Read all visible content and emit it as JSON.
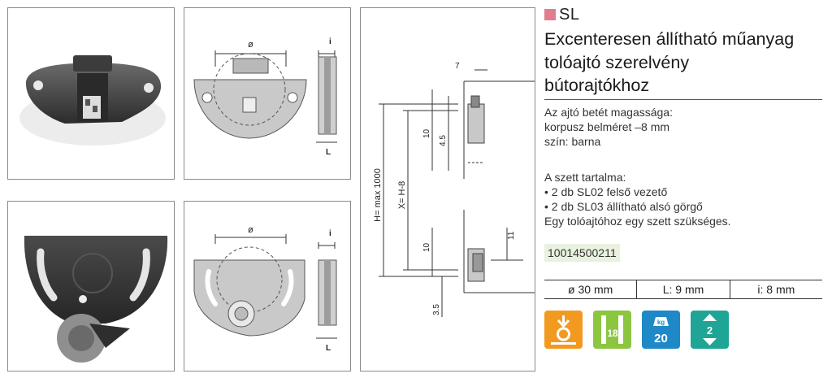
{
  "product": {
    "code": "SL",
    "title_lines": [
      "Excenteresen állítható műanyag",
      "tolóajtó szerelvény",
      "bútorajtókhoz"
    ],
    "spec_lines": [
      "Az ajtó betét magassága:",
      "korpusz belméret –8 mm",
      "szín: barna"
    ],
    "kit_heading": "A szett tartalma:",
    "kit_items": [
      "• 2 db SL02 felső vezető",
      "• 2 db SL03 állítható alsó görgő"
    ],
    "kit_note": "Egy tolóajtóhoz egy szett szükséges.",
    "article_number": "10014500211",
    "dimensions": [
      "ø 30 mm",
      "L: 9 mm",
      "i: 8 mm"
    ]
  },
  "drawing_labels": {
    "diameter": "ø",
    "inset": "i",
    "length": "L",
    "gap": "7",
    "height_max": "H= max 1000",
    "x_formula": "X= H-8",
    "top_10": "10",
    "top_4_5": "4.5",
    "bottom_10": "10",
    "right_11": "11",
    "bottom_3_5": "3.5"
  },
  "icons": [
    {
      "name": "drill-icon",
      "label": ""
    },
    {
      "name": "panel-thickness-icon",
      "label": "18"
    },
    {
      "name": "weight-icon",
      "top": "kg",
      "label": "20"
    },
    {
      "name": "adjust-icon",
      "label": "2"
    }
  ],
  "colors": {
    "accent": "#e07d8e",
    "article_bg": "#e9f1df",
    "icon_orange": "#f29a1f",
    "icon_green": "#8cc641",
    "icon_blue": "#1f88c7",
    "icon_teal": "#1ea595"
  }
}
